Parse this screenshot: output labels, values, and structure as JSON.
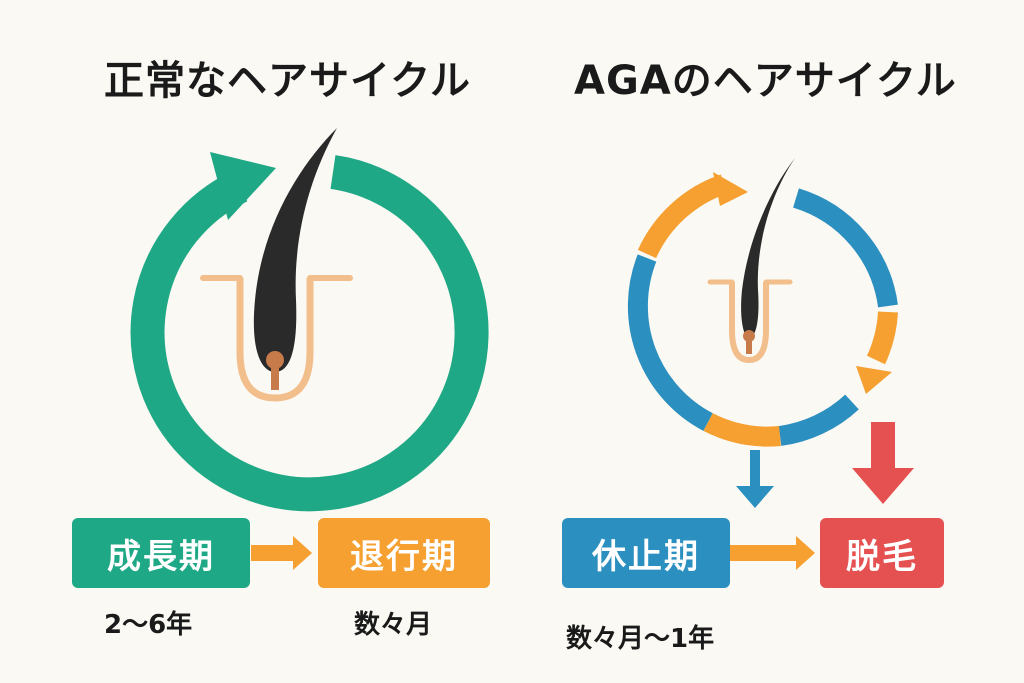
{
  "normal": {
    "title": "正常なヘアサイクル",
    "stages": [
      {
        "label": "成長期",
        "duration": "2〜6年",
        "color": "#1FA885"
      },
      {
        "label": "退行期",
        "duration": "数々月",
        "color": "#F5A031"
      }
    ]
  },
  "aga": {
    "title": "AGAのヘアサイクル",
    "stages": [
      {
        "label": "休止期",
        "duration": "数々月〜1年",
        "color": "#2B8FC0"
      },
      {
        "label": "脱毛",
        "color": "#E55050"
      }
    ]
  },
  "colors": {
    "growth": "#1FA885",
    "regression": "#F5A031",
    "resting": "#2B8FC0",
    "hair_loss": "#E55050",
    "follicle": "#F2BE8C",
    "hair": "#2A2A2A",
    "papilla": "#C77B4A"
  },
  "icons": [
    "hair-follicle-icon",
    "cycle-arrow-icon",
    "right-arrow-icon",
    "down-arrow-icon"
  ]
}
